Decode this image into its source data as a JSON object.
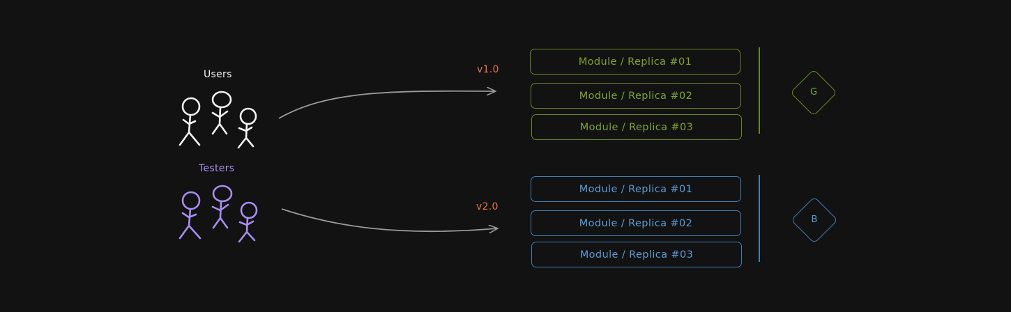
{
  "groups": {
    "users": {
      "label": "Users",
      "color": "#f2f2f2"
    },
    "testers": {
      "label": "Testers",
      "color": "#a98df0"
    }
  },
  "versions": {
    "v1": {
      "label": "v1.0",
      "color": "#e8754a"
    },
    "v2": {
      "label": "v2.0",
      "color": "#e8754a"
    }
  },
  "green_stack": {
    "color": "#7ea530",
    "replicas": [
      "Module / Replica #01",
      "Module / Replica #02",
      "Module / Replica #03"
    ],
    "tag": "G"
  },
  "blue_stack": {
    "color": "#5b9bd5",
    "replicas": [
      "Module / Replica #01",
      "Module / Replica #02",
      "Module / Replica #03"
    ],
    "tag": "B"
  }
}
